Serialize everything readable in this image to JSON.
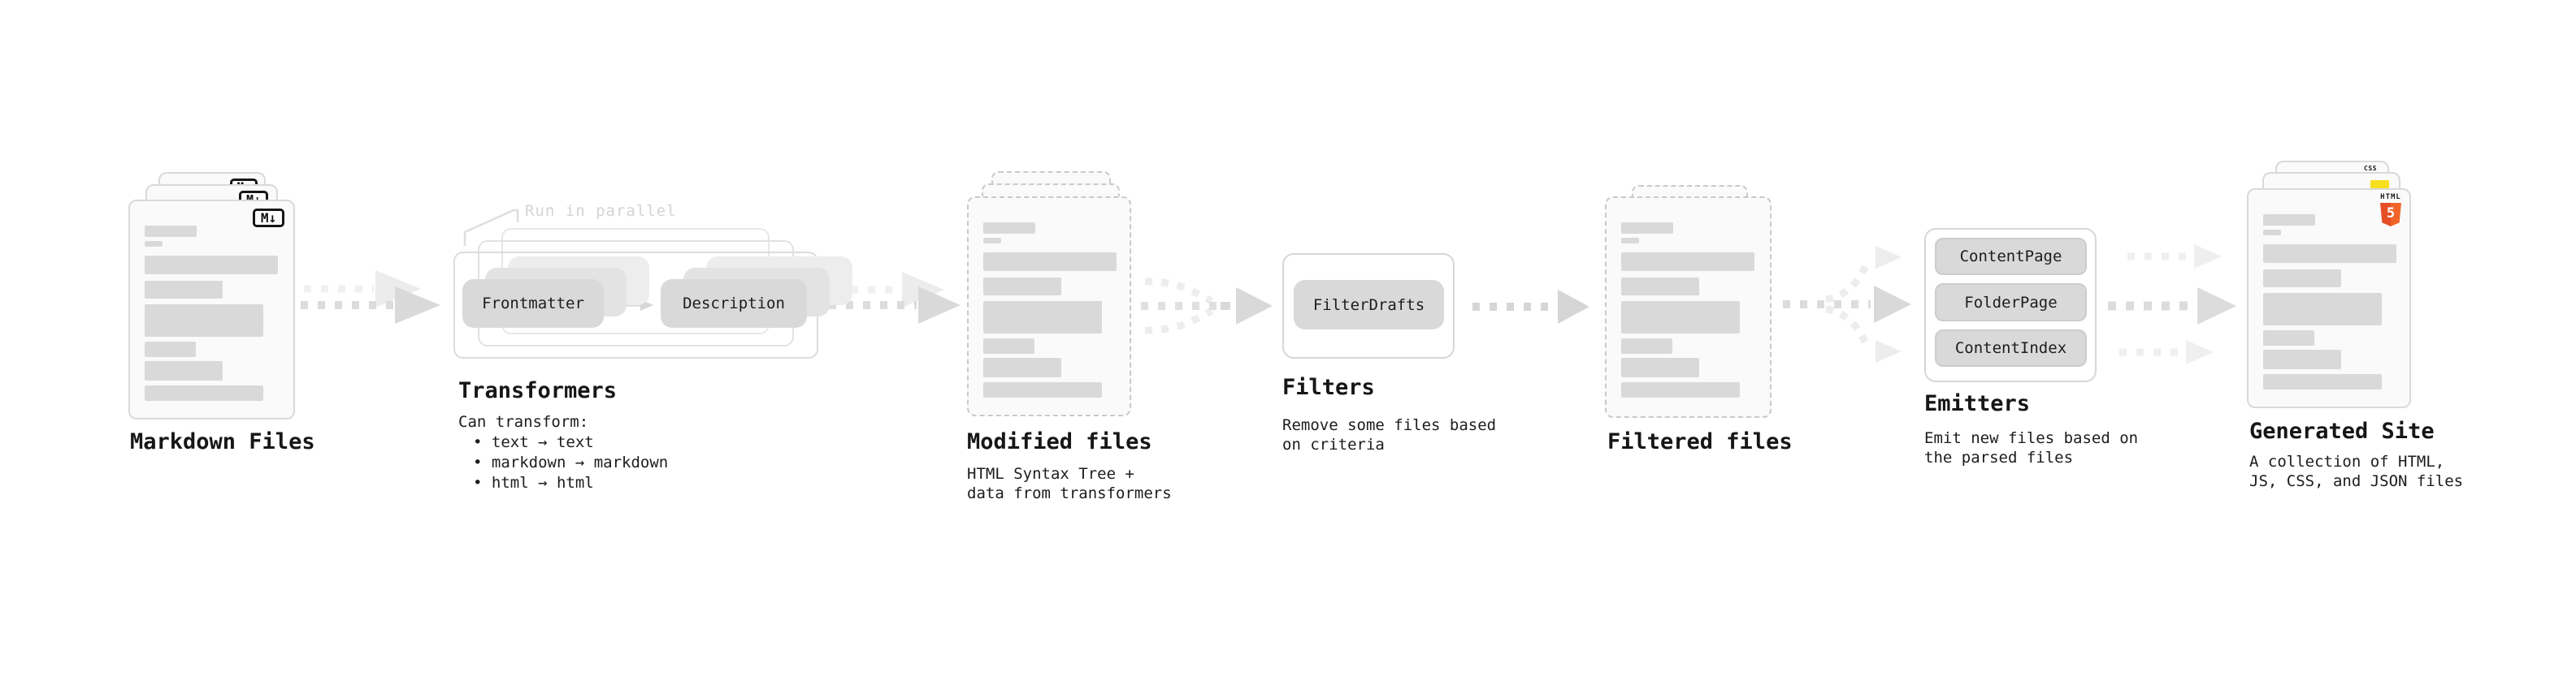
{
  "diagram": {
    "stages": {
      "markdown_files": {
        "label": "Markdown Files",
        "badge_text": "M↓"
      },
      "transformers": {
        "label": "Transformers",
        "parallel_note": "Run in parallel",
        "input_pill": "Frontmatter",
        "output_pill": "Description",
        "description_heading": "Can transform:",
        "bullets": [
          "• text → text",
          "• markdown → markdown",
          "• html → html"
        ]
      },
      "modified_files": {
        "label": "Modified files",
        "description_lines": [
          "HTML Syntax Tree +",
          "data from transformers"
        ]
      },
      "filters": {
        "label": "Filters",
        "pill": "FilterDrafts",
        "description_lines": [
          "Remove some files based",
          "on criteria"
        ]
      },
      "filtered_files": {
        "label": "Filtered files"
      },
      "emitters": {
        "label": "Emitters",
        "pills": [
          "ContentPage",
          "FolderPage",
          "ContentIndex"
        ],
        "description_lines": [
          "Emit new files based on",
          "the parsed files"
        ]
      },
      "generated_site": {
        "label": "Generated Site",
        "description_lines": [
          "A collection of HTML,",
          "JS, CSS, and JSON files"
        ],
        "badges": {
          "css_label": "CSS",
          "html_label": "HTML",
          "html_number": "5"
        }
      }
    },
    "colors": {
      "html5_orange": "#e44d26",
      "html5_orange_light": "#f16529",
      "js_yellow": "#f7df1e",
      "css_blue": "#2d53e5",
      "skeleton_gray": "#d9d9d9",
      "arrow_gray": "#dcdcdc",
      "arrow_ghost": "#efefef",
      "note_gray": "#d4d4d4",
      "text_dark": "#1a1a1a"
    }
  }
}
